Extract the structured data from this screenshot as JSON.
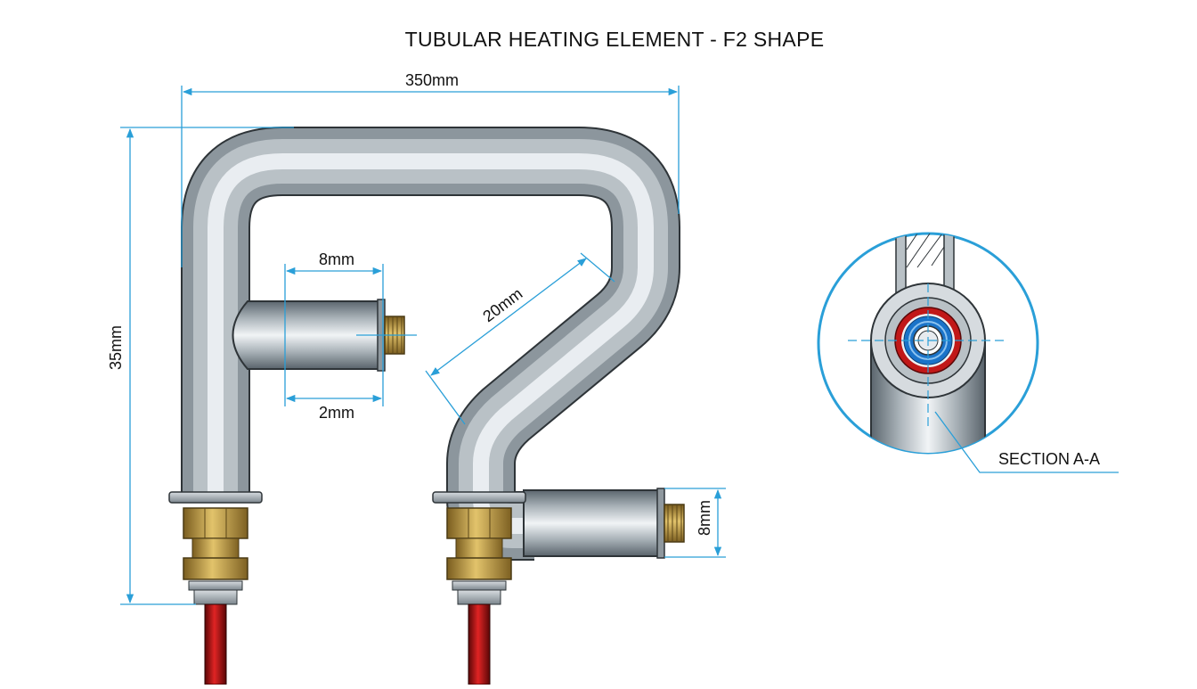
{
  "title": "TUBULAR HEATING ELEMENT - F2 SHAPE",
  "dimensions": {
    "overall_width": "350mm",
    "overall_height": "35mm",
    "branch_top": "8mm",
    "branch_bottom": "2mm",
    "diagonal": "20mm",
    "side_terminal": "8mm"
  },
  "section_label": "SECTION A-A",
  "colors": {
    "dimension_line": "#2a9fd8",
    "tube_dark": "#5f6a72",
    "tube_light": "#eef2f5",
    "brass": "#b8963e",
    "wire_red": "#c11818",
    "insulation_blue": "#1a73c9"
  }
}
